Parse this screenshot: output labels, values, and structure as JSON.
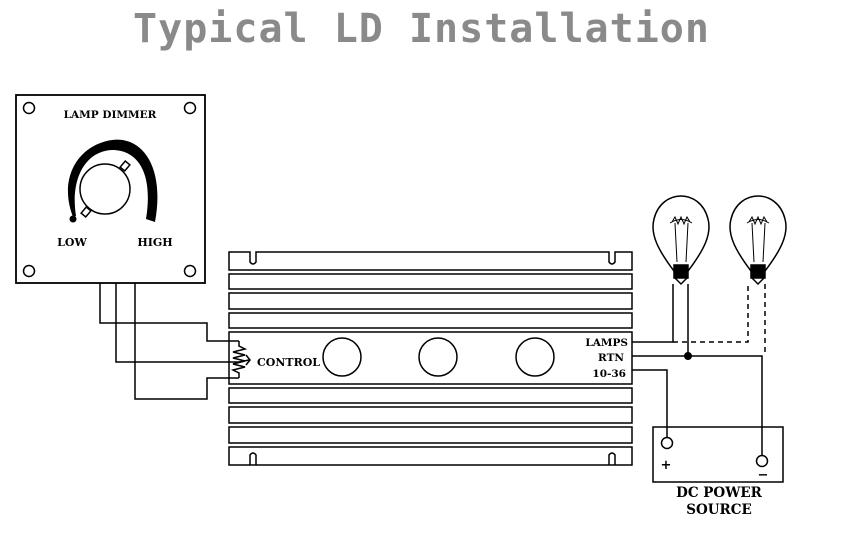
{
  "title": "Typical LD Installation",
  "dimmer": {
    "label": "LAMP DIMMER",
    "low": "LOW",
    "high": "HIGH"
  },
  "controller": {
    "control": "CONTROL",
    "lamps": "LAMPS",
    "rtn": "RTN",
    "supply": "10-36"
  },
  "power_source": {
    "label_line1": "DC POWER",
    "label_line2": "SOURCE",
    "plus": "+",
    "minus": "−"
  }
}
